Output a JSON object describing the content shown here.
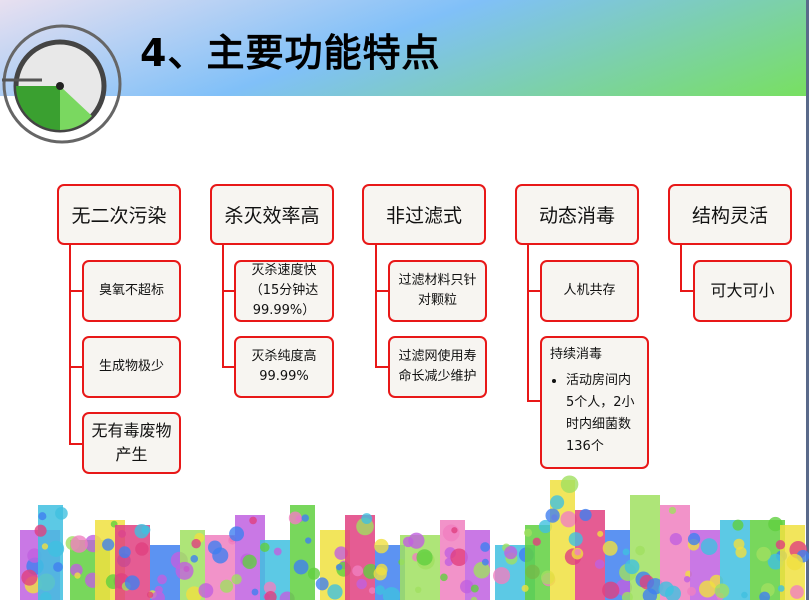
{
  "title": "4、主要功能特点",
  "columns": [
    {
      "title": "无二次污染",
      "items": [
        "臭氧不超标",
        "生成物极少",
        "无有毒废物产生"
      ]
    },
    {
      "title": "杀灭效率高",
      "items": [
        "灭杀速度快（15分钟达99.99%）",
        "灭杀纯度高99.99%"
      ]
    },
    {
      "title": "非过滤式",
      "items": [
        "过滤材料只针对颗粒",
        "过滤网使用寿命长减少维护"
      ]
    },
    {
      "title": "动态消毒",
      "items": [
        "人机共存"
      ],
      "detail": {
        "heading": "持续消毒",
        "bullet": "活动房间内5个人，2小时内细菌数136个"
      }
    },
    {
      "title": "结构灵活",
      "items": [
        "可大可小"
      ]
    }
  ],
  "colors": {
    "accent": "#e81818",
    "box_bg": "#f7f5f1"
  }
}
